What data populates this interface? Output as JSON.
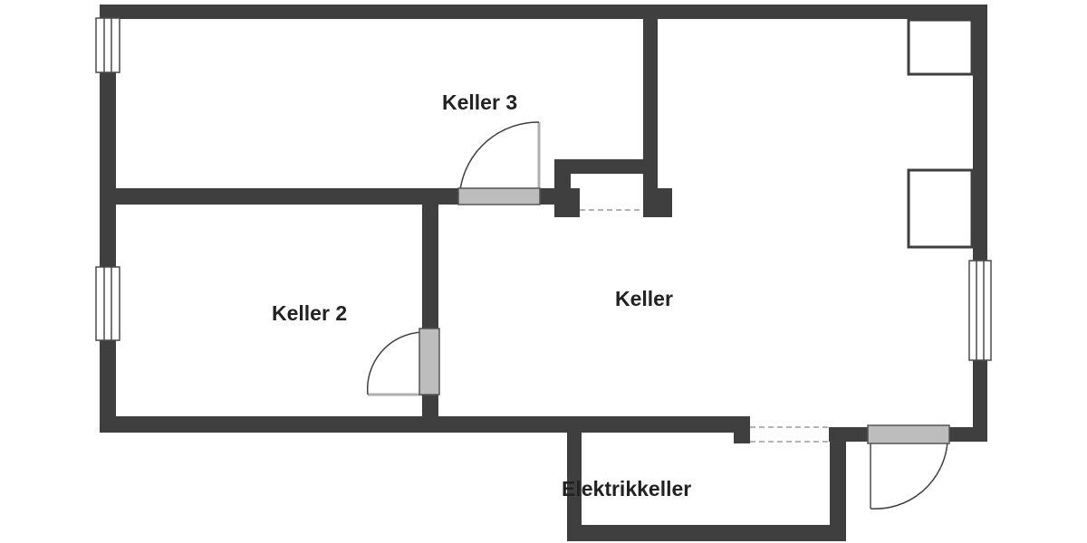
{
  "rooms": {
    "keller3": "Keller 3",
    "keller2": "Keller 2",
    "keller": "Keller",
    "elektrikkeller": "Elektrikkeller"
  },
  "colors": {
    "wall": "#3f3f40",
    "door": "#bdbdbd",
    "background": "#ffffff"
  }
}
